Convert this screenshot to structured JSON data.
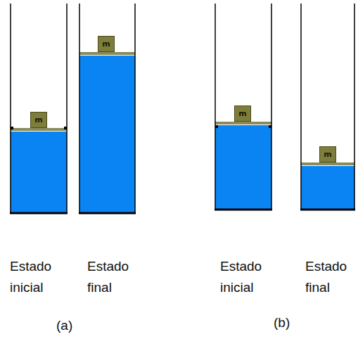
{
  "diagram": {
    "nodes": [
      {
        "text": [
          "m"
        ]
      },
      {
        "text": [
          "m"
        ]
      },
      {
        "text": [
          "m"
        ]
      },
      {
        "text": [
          "m"
        ]
      }
    ],
    "labels": [
      "Estado inicial",
      "Estado final",
      "(a)",
      "Estado inicial",
      "Estado final",
      "(b)"
    ]
  }
}
